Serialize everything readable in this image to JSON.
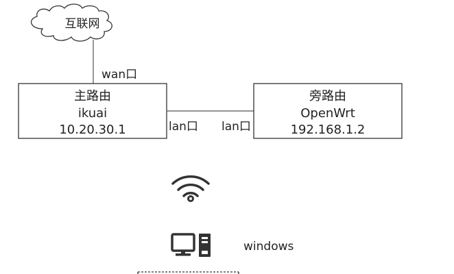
{
  "cloud": {
    "label": "互联网"
  },
  "wan_label": "wan口",
  "main_router": {
    "title": "主路由",
    "name": "ikuai",
    "ip": "10.20.30.1",
    "port_label": "lan口"
  },
  "side_router": {
    "title": "旁路由",
    "name": "OpenWrt",
    "ip": "192.168.1.2",
    "port_label": "lan口"
  },
  "wifi": {
    "icon": "wifi-icon"
  },
  "pc": {
    "icon": "desktop-computer-icon",
    "label": "windows"
  }
}
